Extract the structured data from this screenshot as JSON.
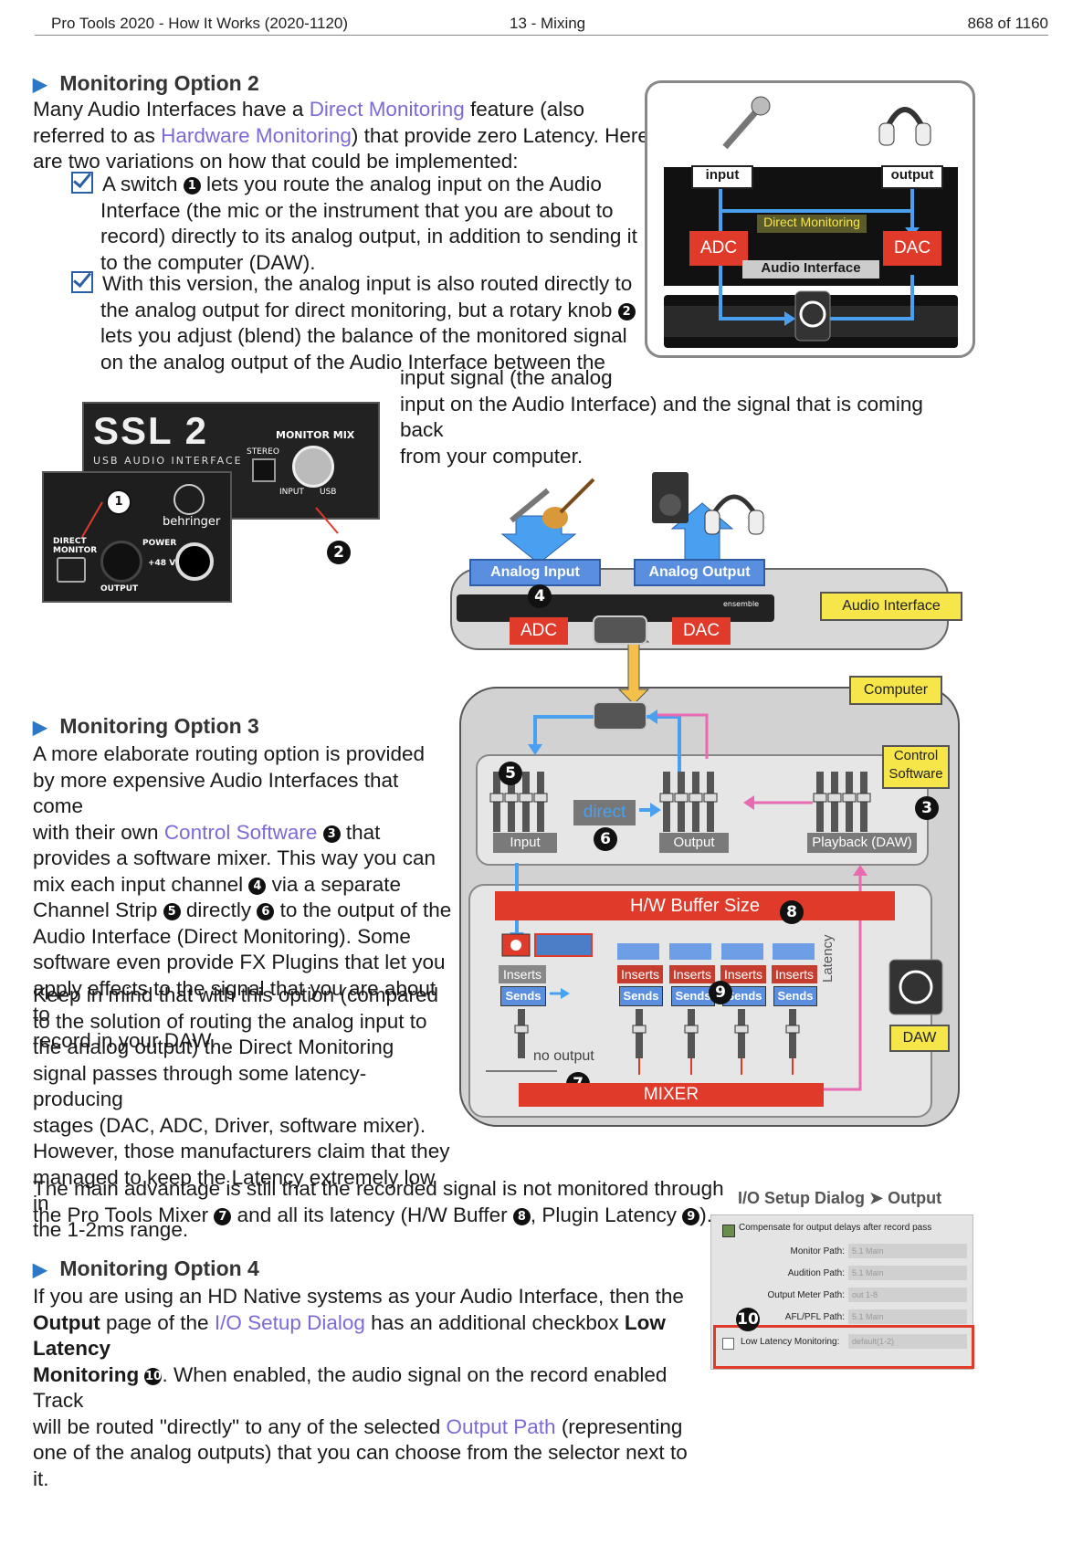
{
  "header": {
    "left": "Pro Tools 2020 - How It Works (2020-1120)",
    "center": "13 - Mixing",
    "right": "868 of  1160"
  },
  "opt2": {
    "title": "Monitoring Option 2",
    "intro_1": "Many  Audio Interfaces have a ",
    "direct_monitoring": "Direct Monitoring",
    "intro_2": " feature (also",
    "intro_3": "referred to as ",
    "hardware_monitoring": "Hardware Monitoring",
    "intro_4": ") that provide zero Latency. Here",
    "intro_5": "are two variations on how that could be implemented:",
    "bullet1_l1a": "A switch ",
    "bullet1_l1b": " lets you route the analog input on the Audio",
    "bullet1_l2": "Interface (the mic or the instrument that you are about to",
    "bullet1_l3": "record) directly to its analog output, in addition to sending it",
    "bullet1_l4": "to the computer (DAW).",
    "bullet2_l1": "With this version, the analog input is also routed directly to",
    "bullet2_l2a": "the analog output for direct monitoring, but a rotary knob ",
    "bullet2_l3": "lets you adjust (blend) the balance of the monitored signal",
    "bullet2_l4": "on the analog output of the Audio Interface between the",
    "bullet2_l5": "input signal (the analog",
    "bullet2_l6": "input on the Audio Interface) and the signal that is coming back",
    "bullet2_l7": "from your computer."
  },
  "nums": {
    "n1": "1",
    "n2": "2",
    "n3": "3",
    "n4": "4",
    "n5": "5",
    "n6": "6",
    "n7": "7",
    "n8": "8",
    "n9": "9",
    "n10": "10"
  },
  "diag1": {
    "input": "input",
    "output": "output",
    "direct_monitoring": "Direct Monitoring",
    "adc": "ADC",
    "dac": "DAC",
    "audio_interface": "Audio Interface"
  },
  "devices": {
    "ssl_name": "SSL 2",
    "ssl_sub": "USB AUDIO INTERFACE",
    "monitor_mix": "MONITOR MIX",
    "stereo": "STEREO",
    "input": "INPUT",
    "usb": "USB",
    "behringer": "behringer",
    "direct_monitor": "DIRECT\nMONITOR",
    "power": "POWER",
    "plus48": "+48 V",
    "output": "OUTPUT"
  },
  "diag2": {
    "analog_input": "Analog Input",
    "analog_output": "Analog Output",
    "adc": "ADC",
    "dac": "DAC",
    "audio_interface": "Audio Interface",
    "computer": "Computer",
    "control_software_l1": "Control",
    "control_software_l2": "Software",
    "direct": "direct",
    "input": "Input",
    "output": "Output",
    "playback": "Playback (DAW)",
    "hw_buffer": "H/W Buffer Size",
    "inserts": "Inserts",
    "sends": "Sends",
    "latency": "Latency",
    "no_output": "no output",
    "mixer": "MIXER",
    "daw": "DAW",
    "ensemble": "ensemble"
  },
  "opt3": {
    "title": "Monitoring Option 3",
    "l1": "A more elaborate routing option is provided",
    "l2": "by more expensive Audio Interfaces that come",
    "l3a": "with their own ",
    "control_software": "Control Software",
    "l3b": " that",
    "l4": "provides a software mixer. This way you can",
    "l5a": "mix each input channel ",
    "l5b": " via a separate",
    "l6a": "Channel Strip ",
    "l6b": " directly ",
    "l6c": " to the output of the",
    "l7": "Audio Interface (Direct Monitoring). Some",
    "l8": "software even provide FX Plugins that let you",
    "l9": "apply effects to the signal that you are about to",
    "l10": "record in your DAW.",
    "p2_l1": "Keep in mind that with this option (compared",
    "p2_l2": "to the solution of routing the analog input to",
    "p2_l3": "the analog output) the Direct Monitoring",
    "p2_l4": "signal passes through some latency-producing",
    "p2_l5": "stages (DAC, ADC, Driver, software mixer).",
    "p2_l6": "However, those manufacturers claim that they",
    "p2_l7": "managed to keep the Latency extremely low in",
    "p2_l8": "the 1-2ms range.",
    "p3_l1": "The main advantage is still that the recorded signal is not monitored through",
    "p3_l2a": "the Pro Tools Mixer ",
    "p3_l2b": " and all its latency (H/W Buffer ",
    "p3_l2c": ", Plugin Latency ",
    "p3_l2d": ")."
  },
  "io": {
    "title": "I/O Setup Dialog ➤ Output",
    "compensate": "Compensate for output delays after record pass",
    "monitor_path": "Monitor Path:",
    "monitor_val": "5.1 Main",
    "audition_path": "Audition Path:",
    "audition_val": "5.1 Main",
    "meter_path": "Output Meter Path:",
    "meter_val": "out 1-8",
    "afl_path": "AFL/PFL Path:",
    "afl_val": "5.1 Main",
    "low_latency": "Low Latency Monitoring:",
    "low_latency_val": "default(1-2)"
  },
  "opt4": {
    "title": "Monitoring Option 4",
    "l1": "If you are using an HD Native systems as your Audio Interface, then the",
    "l2a": "Output",
    "l2b": " page of the ",
    "io_link": "I/O Setup Dialog",
    "l2c": " has an additional checkbox ",
    "l2d": "Low Latency",
    "l3a": "Monitoring",
    "l3b": ". When enabled, the audio signal on the record enabled Track",
    "l4a": "will be routed \"directly\" to any of the selected ",
    "output_path": "Output Path",
    "l4b": " (representing",
    "l5": "one of the analog outputs) that you can choose from the selector next to it."
  },
  "colors": {
    "accent_blue": "#2a78c6",
    "link_purple": "#7b6bd6",
    "red": "#e03a2a",
    "yellow": "#f7e64a"
  }
}
